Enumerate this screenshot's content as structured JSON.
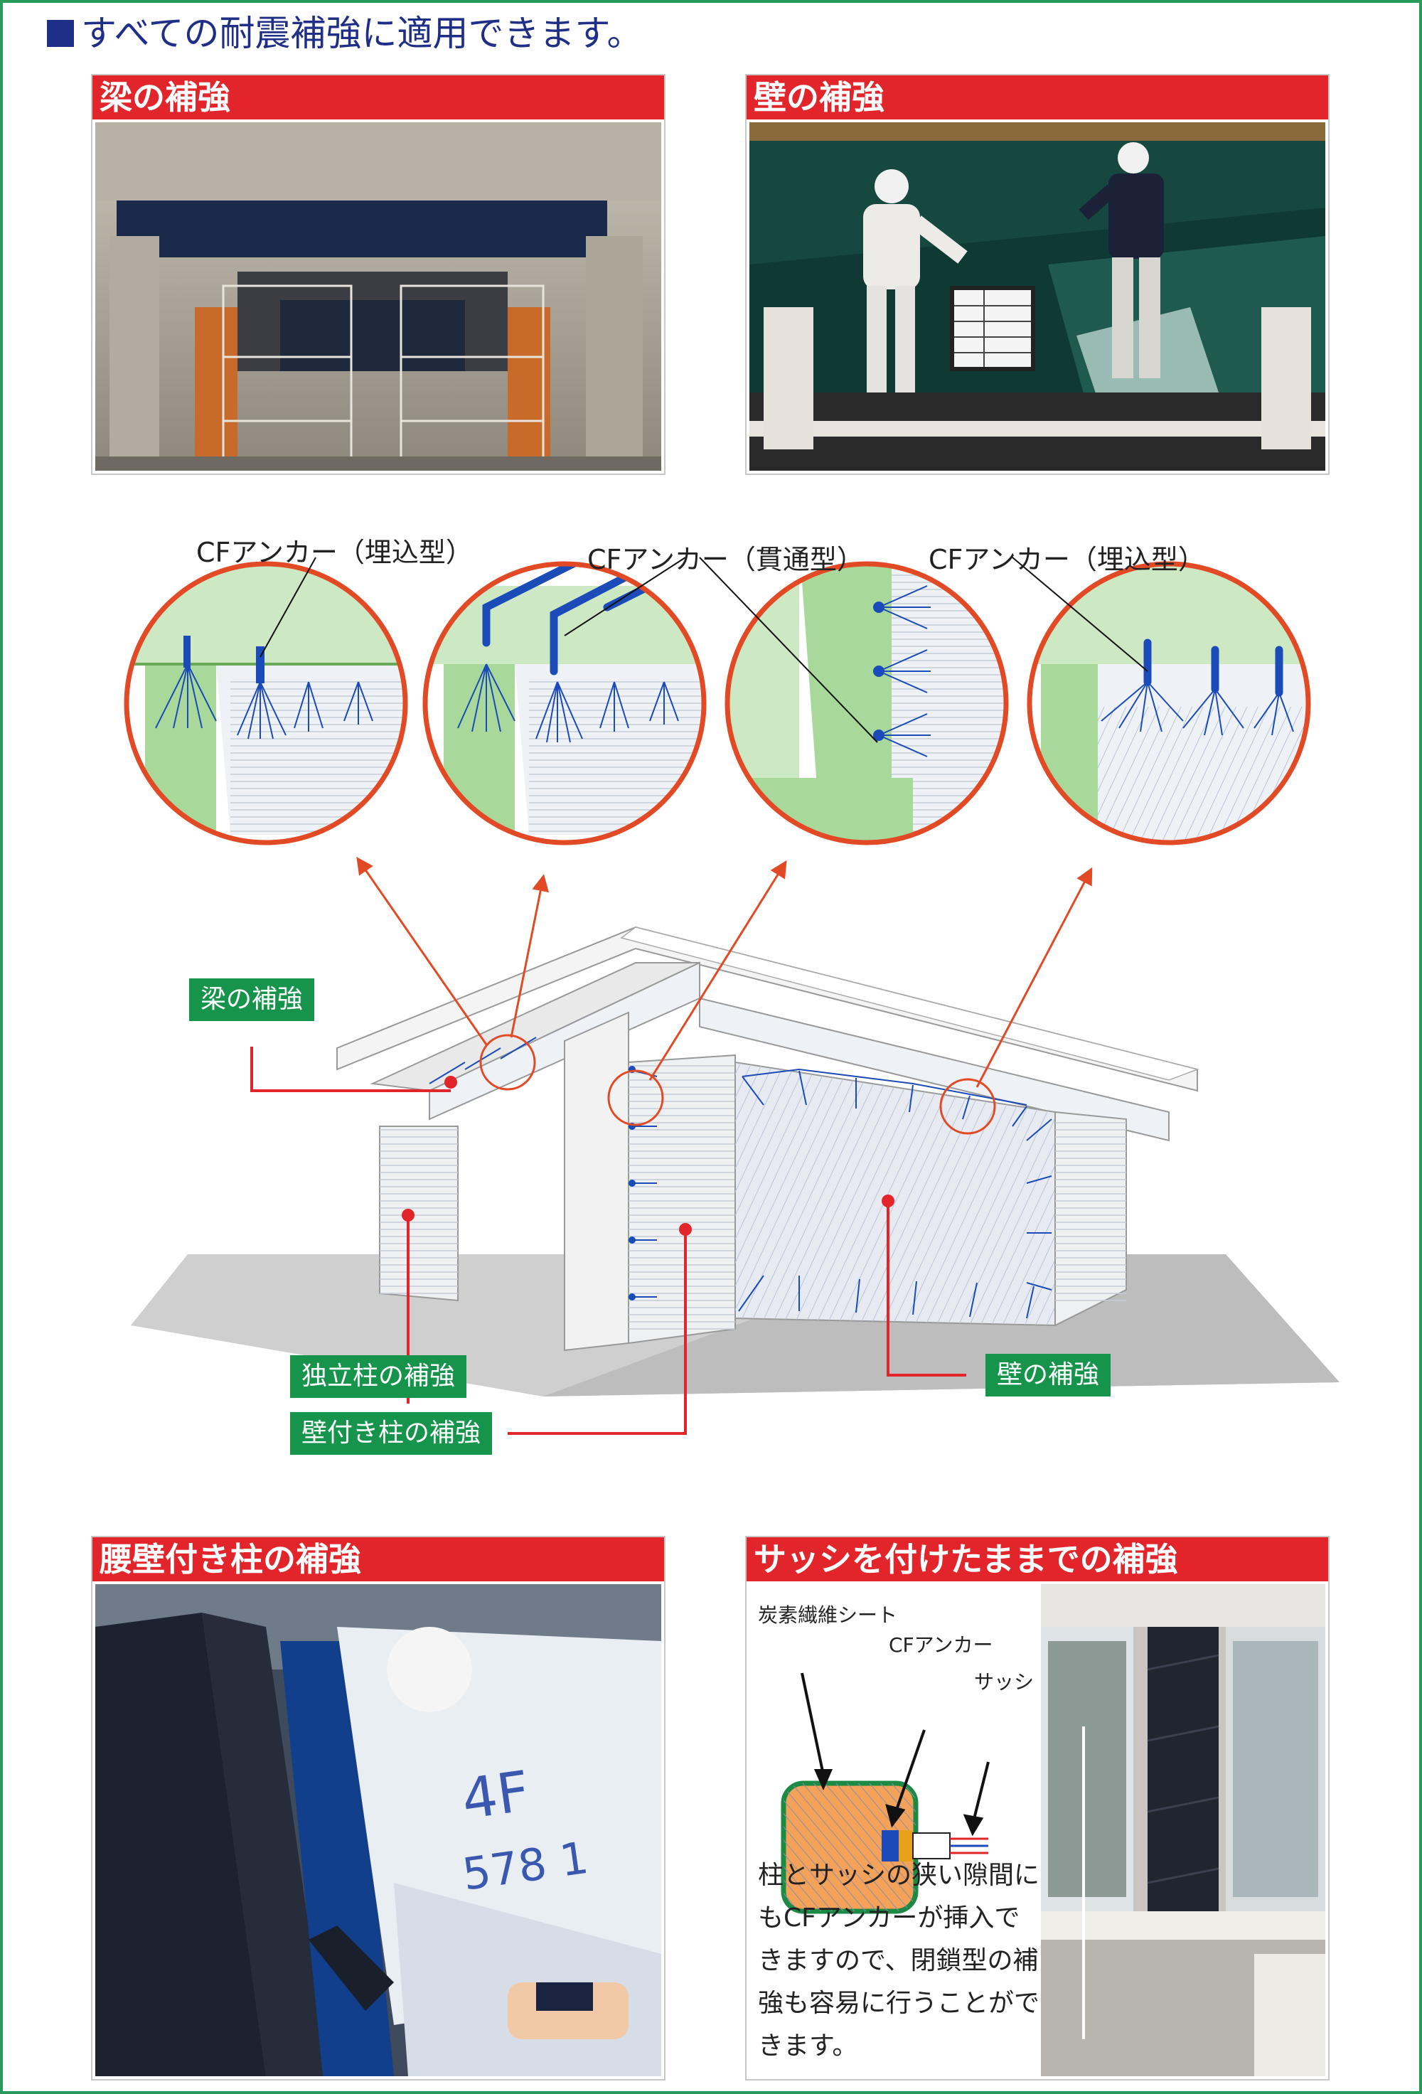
{
  "header": {
    "title": "すべての耐震補強に適用できます。"
  },
  "panels": {
    "beam": {
      "title": "梁の補強"
    },
    "wall": {
      "title": "壁の補強"
    },
    "waist_column": {
      "title": "腰壁付き柱の補強"
    },
    "sash": {
      "title": "サッシを付けたままでの補強",
      "carbon_sheet": "炭素繊維シート",
      "cf_anchor": "CFアンカー",
      "sash_label": "サッシ",
      "description": "柱とサッシの狭い隙間にもCFアンカーが挿入できますので、閉鎖型の補強も容易に行うことができます。"
    }
  },
  "diagram": {
    "anchor_labels": [
      "CFアンカー（埋込型）",
      "CFアンカー（貫通型）",
      "CFアンカー（埋込型）"
    ],
    "callouts": {
      "beam": "梁の補強",
      "independent_column": "独立柱の補強",
      "wall_column": "壁付き柱の補強",
      "wall": "壁の補強"
    }
  },
  "colors": {
    "accent_red": "#e2242b",
    "brand_green": "#16944b",
    "heading_blue": "#1f2e86",
    "anchor_blue": "#1a4bb8"
  }
}
